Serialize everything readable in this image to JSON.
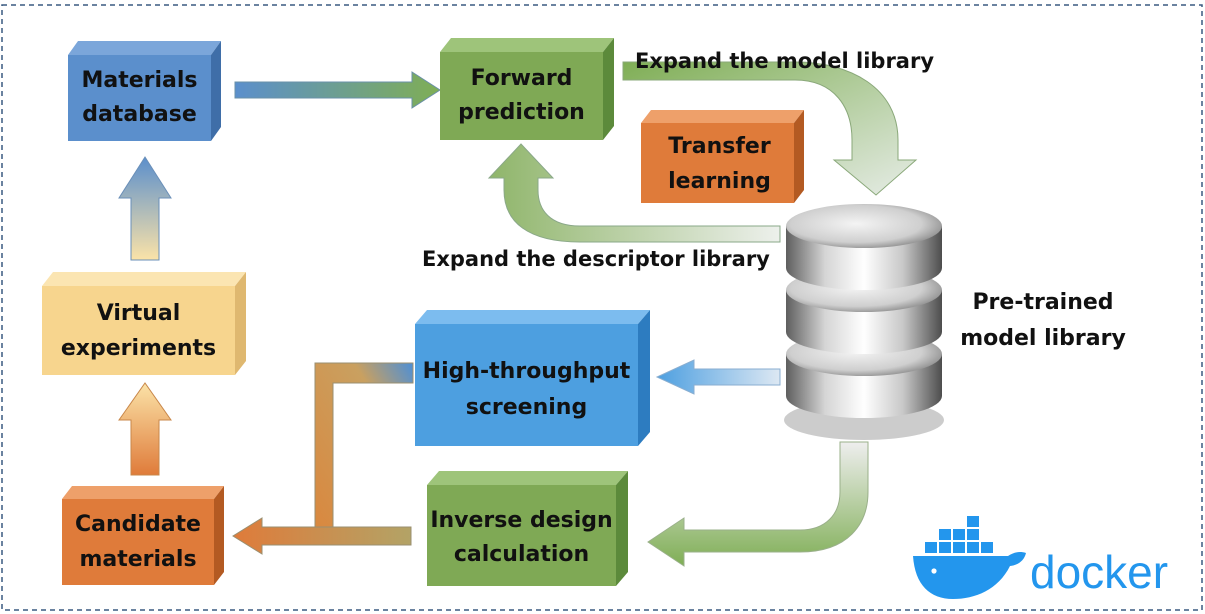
{
  "diagram": {
    "nodes": {
      "materials_database": {
        "lines": [
          "Materials",
          "database"
        ],
        "color": "#5b8fcc"
      },
      "forward_prediction": {
        "lines": [
          "Forward",
          "prediction"
        ],
        "color": "#7fa955"
      },
      "transfer_learning": {
        "lines": [
          "Transfer",
          "learning"
        ],
        "color": "#df7b3a"
      },
      "virtual_experiments": {
        "lines": [
          "Virtual",
          "experiments"
        ],
        "color": "#f7d58e"
      },
      "high_throughput_screening": {
        "lines": [
          "High-throughput",
          "screening"
        ],
        "color": "#4d9fe0"
      },
      "inverse_design_calculation": {
        "lines": [
          "Inverse design",
          "calculation"
        ],
        "color": "#7fa955"
      },
      "candidate_materials": {
        "lines": [
          "Candidate",
          "materials"
        ],
        "color": "#df7b3a"
      },
      "pretrained_model_library": {
        "lines": [
          "Pre-trained",
          "model library"
        ]
      }
    },
    "edge_labels": {
      "expand_model_library": "Expand the model library",
      "expand_descriptor_library": "Expand the descriptor library"
    },
    "logo": {
      "text": "docker",
      "color": "#2396ed"
    }
  }
}
